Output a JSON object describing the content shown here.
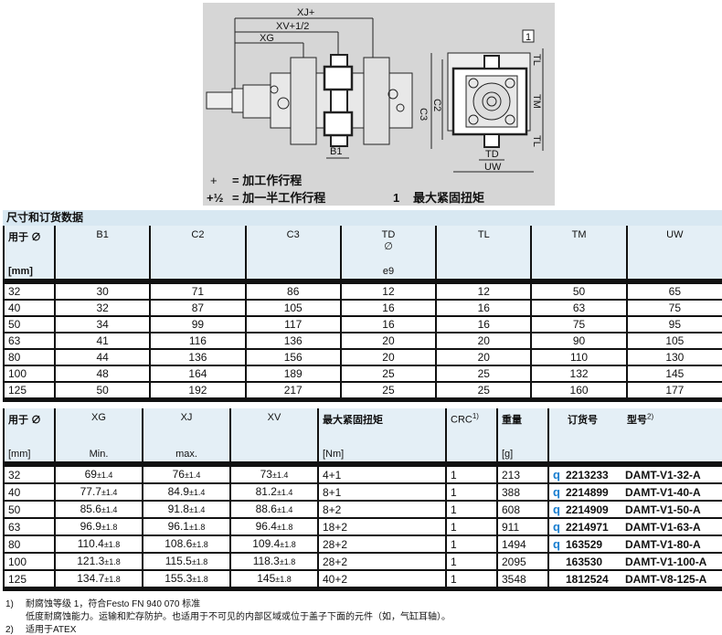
{
  "diagram": {
    "dims": [
      "XJ+",
      "XV+1/2",
      "XG",
      "B1",
      "C3",
      "C2",
      "TM",
      "TL",
      "TL",
      "TD",
      "UW",
      "1"
    ],
    "legend": [
      {
        "sym": "+",
        "text": "= 加工作行程"
      },
      {
        "sym": "+½",
        "text": "= 加一半工作行程"
      },
      {
        "sym": "1",
        "text": "最大紧固扭矩"
      }
    ]
  },
  "section_title": "尺寸和订货数据",
  "table1": {
    "headers": [
      {
        "t": "用于 ∅",
        "u": "[mm]"
      },
      {
        "t": "B1",
        "u": ""
      },
      {
        "t": "C2",
        "u": ""
      },
      {
        "t": "C3",
        "u": ""
      },
      {
        "t": "TD",
        "t2": "∅",
        "u": "e9"
      },
      {
        "t": "TL",
        "u": ""
      },
      {
        "t": "TM",
        "u": ""
      },
      {
        "t": "UW",
        "u": ""
      }
    ],
    "rows": [
      [
        "32",
        "30",
        "71",
        "86",
        "12",
        "12",
        "50",
        "65"
      ],
      [
        "40",
        "32",
        "87",
        "105",
        "16",
        "16",
        "63",
        "75"
      ],
      [
        "50",
        "34",
        "99",
        "117",
        "16",
        "16",
        "75",
        "95"
      ],
      [
        "63",
        "41",
        "116",
        "136",
        "20",
        "20",
        "90",
        "105"
      ],
      [
        "80",
        "44",
        "136",
        "156",
        "20",
        "20",
        "110",
        "130"
      ],
      [
        "100",
        "48",
        "164",
        "189",
        "25",
        "25",
        "132",
        "145"
      ],
      [
        "125",
        "50",
        "192",
        "217",
        "25",
        "25",
        "160",
        "177"
      ]
    ]
  },
  "table2": {
    "headers": [
      {
        "t": "用于 ∅",
        "u": "[mm]"
      },
      {
        "t": "XG",
        "u": "Min."
      },
      {
        "t": "XJ",
        "u": "max."
      },
      {
        "t": "XV",
        "u": ""
      },
      {
        "t": "最大紧固扭矩",
        "u": "[Nm]"
      },
      {
        "t": "CRC",
        "sup": "1)",
        "u": ""
      },
      {
        "t": "重量",
        "u": "[g]"
      },
      {
        "t": "订货号",
        "u": ""
      },
      {
        "t": "型号",
        "sup": "2)",
        "u": ""
      }
    ],
    "rows": [
      [
        "32",
        "69",
        "±1.4",
        "76",
        "±1.4",
        "73",
        "±1.4",
        "4+1",
        "1",
        "213",
        "q",
        "2213233",
        "DAMT-V1-32-A"
      ],
      [
        "40",
        "77.7",
        "±1.4",
        "84.9",
        "±1.4",
        "81.2",
        "±1.4",
        "8+1",
        "1",
        "388",
        "q",
        "2214899",
        "DAMT-V1-40-A"
      ],
      [
        "50",
        "85.6",
        "±1.4",
        "91.8",
        "±1.4",
        "88.6",
        "±1.4",
        "8+2",
        "1",
        "608",
        "q",
        "2214909",
        "DAMT-V1-50-A"
      ],
      [
        "63",
        "96.9",
        "±1.8",
        "96.1",
        "±1.8",
        "96.4",
        "±1.8",
        "18+2",
        "1",
        "911",
        "q",
        "2214971",
        "DAMT-V1-63-A"
      ],
      [
        "80",
        "110.4",
        "±1.8",
        "108.6",
        "±1.8",
        "109.4",
        "±1.8",
        "28+2",
        "1",
        "1494",
        "q",
        "163529",
        "DAMT-V1-80-A"
      ],
      [
        "100",
        "121.3",
        "±1.8",
        "115.5",
        "±1.8",
        "118.3",
        "±1.8",
        "28+2",
        "1",
        "2095",
        "",
        "163530",
        "DAMT-V1-100-A"
      ],
      [
        "125",
        "134.7",
        "±1.8",
        "155.3",
        "±1.8",
        "145",
        "±1.8",
        "40+2",
        "1",
        "3548",
        "",
        "1812524",
        "DAMT-V8-125-A"
      ]
    ]
  },
  "footnotes": [
    {
      "n": "1)",
      "text": "耐腐蚀等级 1，符合Festo FN 940 070 标准"
    },
    {
      "n": "",
      "text": "低度耐腐蚀能力。运输和贮存防护。也适用于不可见的内部区域或位于盖子下面的元件（如，气缸耳轴）。"
    },
    {
      "n": "2)",
      "text": "适用于ATEX"
    }
  ]
}
